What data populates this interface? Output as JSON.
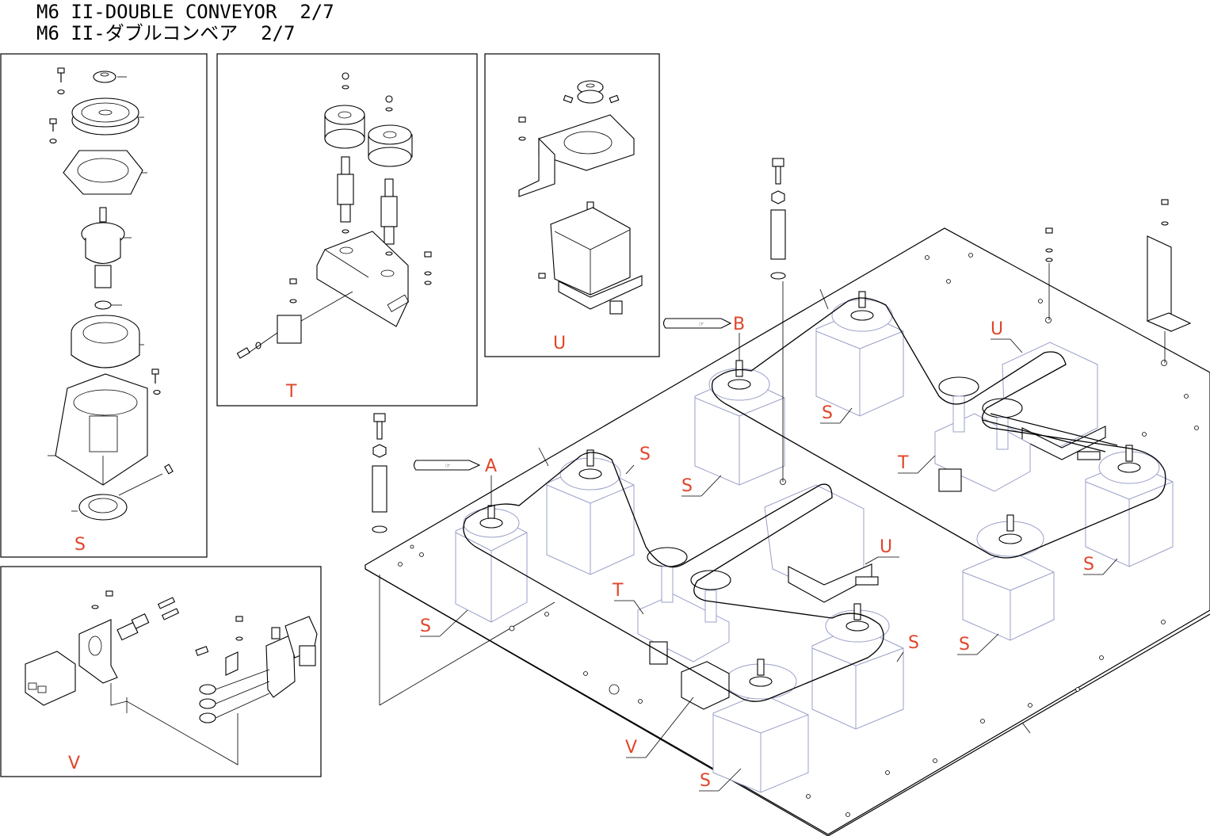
{
  "title": {
    "line1": "M6 II-DOUBLE CONVEYOR  2/7",
    "line2": "M6 II-ダブルコンベア  2/7"
  },
  "panels": {
    "s": {
      "label": "S"
    },
    "t": {
      "label": "T"
    },
    "u": {
      "label": "U"
    },
    "v": {
      "label": "V"
    }
  },
  "callouts": {
    "a": "A",
    "b": "B",
    "main_labels": [
      "S",
      "S",
      "S",
      "S",
      "S",
      "S",
      "S",
      "S",
      "T",
      "T",
      "U",
      "U",
      "V"
    ]
  },
  "colors": {
    "line": "#000000",
    "label": "#e0452a",
    "hidden": "#9aa0c8"
  },
  "icons": {
    "pointer_a": "pointing-hand-icon",
    "pointer_b": "pointing-hand-icon"
  }
}
